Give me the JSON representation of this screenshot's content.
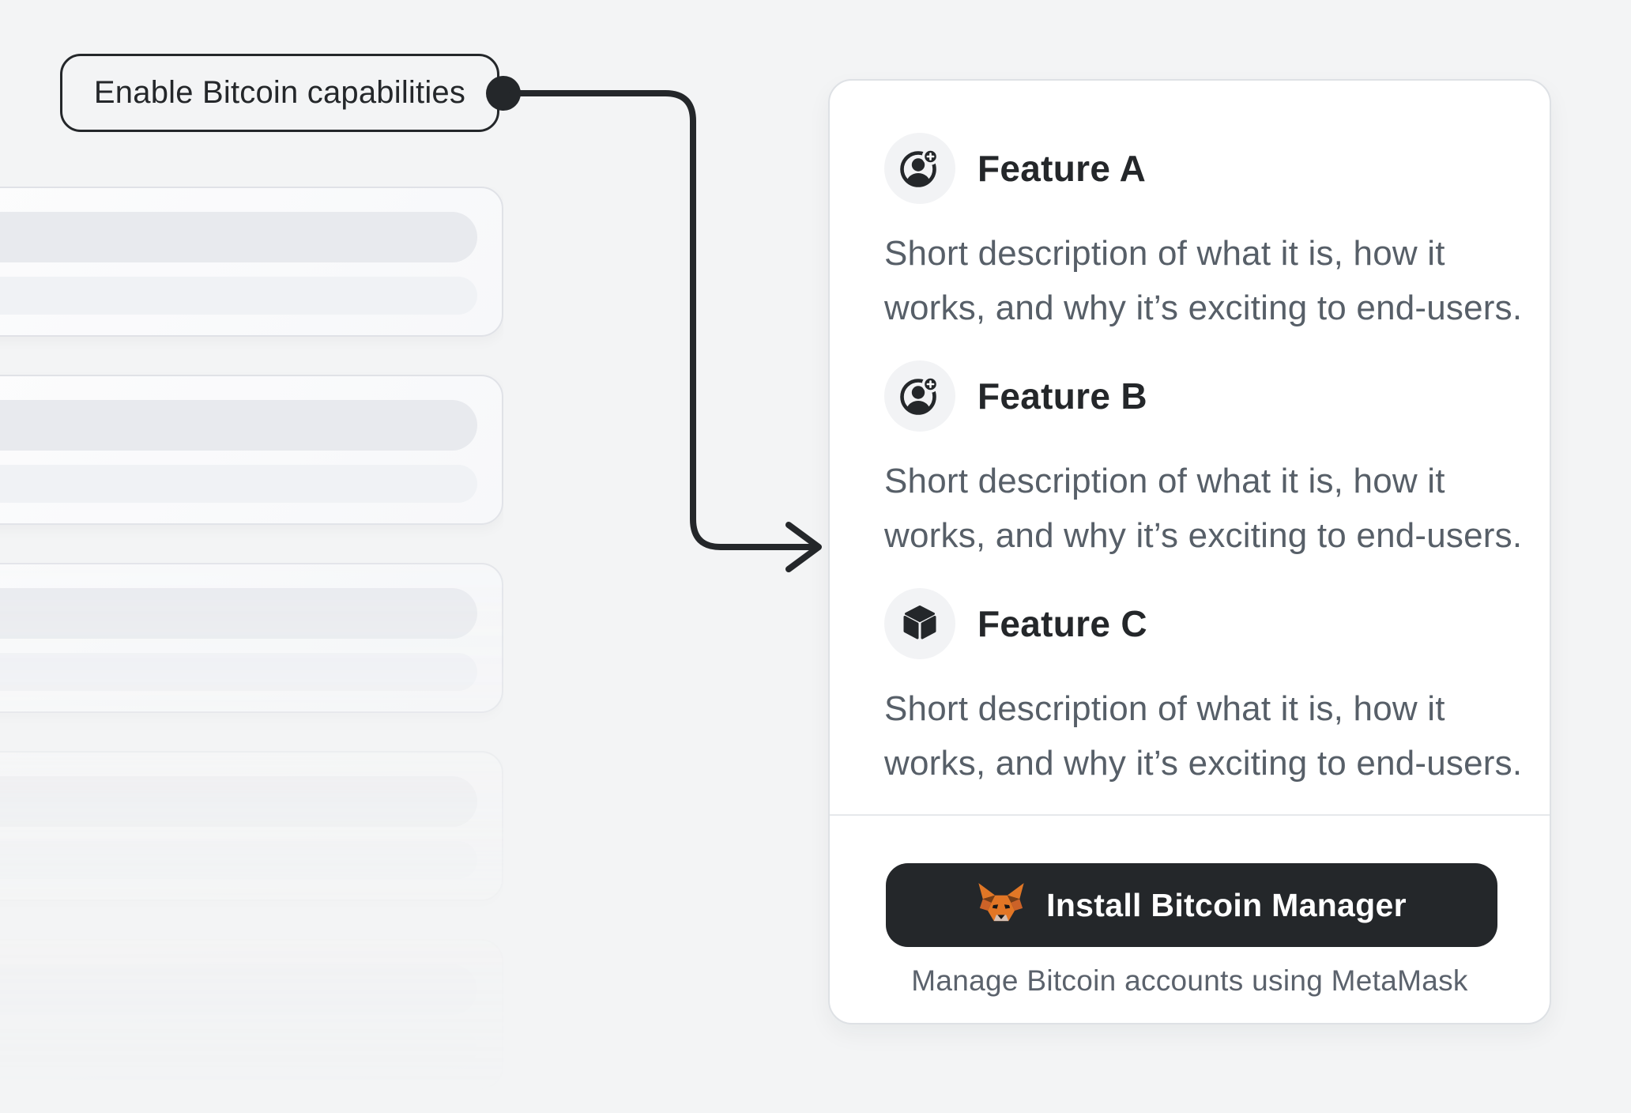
{
  "page": {
    "background": "#f3f4f5"
  },
  "annotation": {
    "label": "Enable Bitcoin capabilities",
    "connector_icon": "arrow-connector-icon"
  },
  "skeleton_list": {
    "card_count": 5,
    "bars_per_card": 2
  },
  "feature_card": {
    "features": [
      {
        "title": "Feature A",
        "icon": "account-plus-icon",
        "description": "Short description of what it is, how it\nworks, and why it’s exciting to end-users."
      },
      {
        "title": "Feature B",
        "icon": "account-plus-icon",
        "description": "Short description of what it is, how it\nworks, and why it’s exciting to end-users."
      },
      {
        "title": "Feature C",
        "icon": "cube-icon",
        "description": "Short description of what it is, how it\nworks, and why it’s exciting to end-users."
      }
    ],
    "footer": {
      "button": {
        "label": "Install Bitcoin Manager",
        "icon": "metamask-fox-icon",
        "background": "#24272a",
        "text_color": "#ffffff"
      },
      "caption": "Manage Bitcoin accounts using MetaMask"
    }
  },
  "colors": {
    "accent_dark": "#24272a",
    "text_secondary": "#575f68",
    "card_border": "#dee1e5",
    "icon_circle_bg": "#f2f3f5",
    "skeleton_bar_dark": "#e8eaee",
    "skeleton_bar_light": "#f0f2f5",
    "fox_orange": "#e17726"
  }
}
